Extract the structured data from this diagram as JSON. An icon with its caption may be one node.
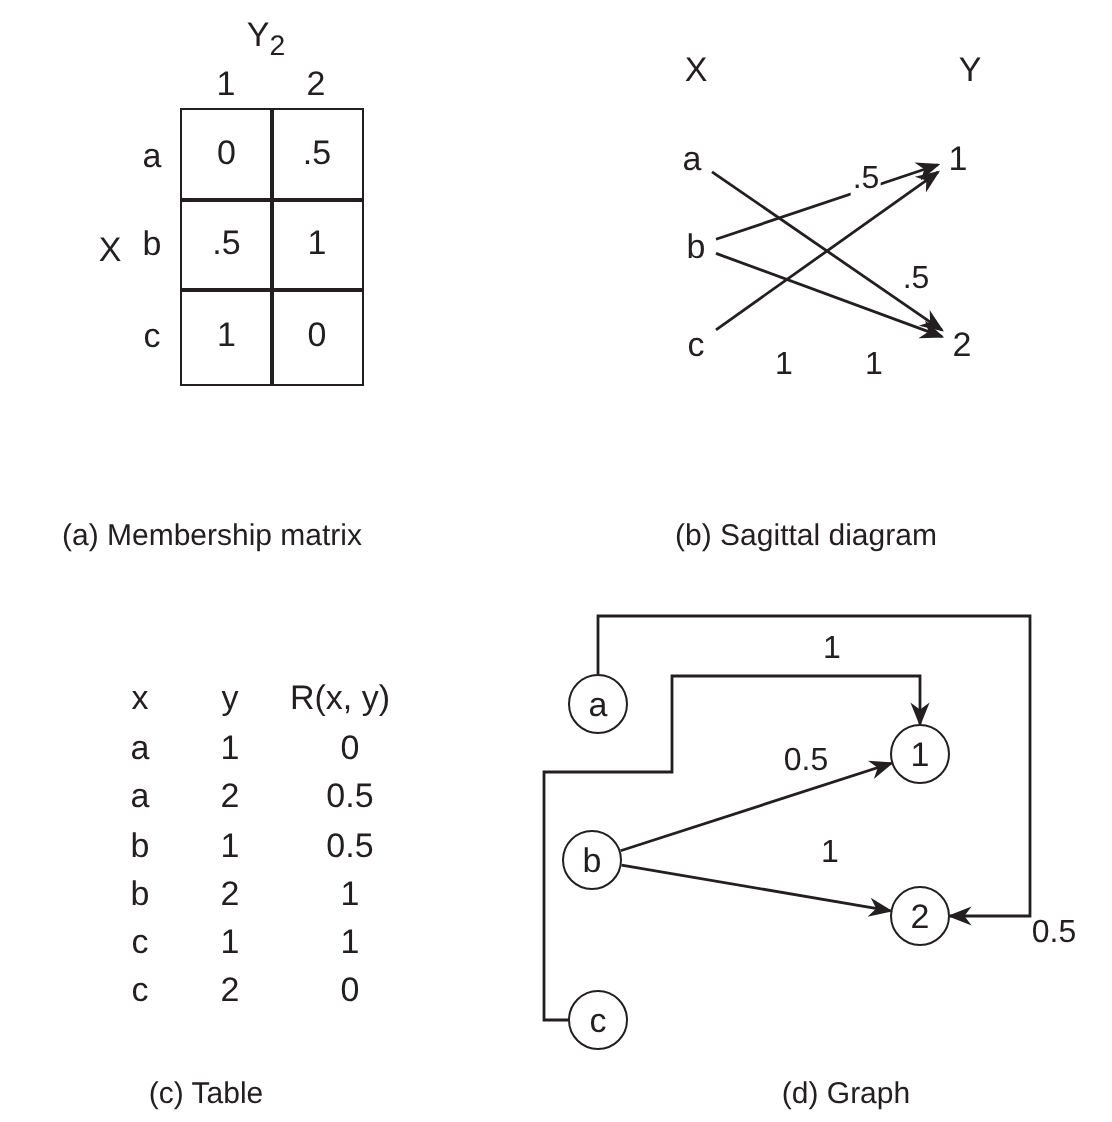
{
  "diagram": {
    "nodes": [
      {
        "text": [
          "a"
        ]
      },
      {
        "text": [
          "b"
        ]
      },
      {
        "text": [
          "c"
        ]
      },
      {
        "text": [
          "1"
        ]
      },
      {
        "text": [
          "2"
        ]
      },
      {
        "text": [
          "a"
        ]
      },
      {
        "text": [
          "1"
        ]
      },
      {
        "text": [
          "b"
        ]
      },
      {
        "text": [
          "2"
        ]
      },
      {
        "text": [
          "c"
        ]
      }
    ],
    "edges": [
      {
        "from": 0,
        "to": 4,
        "arrow": "to",
        "label": ".5"
      },
      {
        "from": 1,
        "to": 3,
        "arrow": "to",
        "label": ".5"
      },
      {
        "from": 1,
        "to": 4,
        "arrow": "to",
        "label": "1"
      },
      {
        "from": 2,
        "to": 3,
        "arrow": "to",
        "label": "1"
      },
      {
        "from": 5,
        "to": 8,
        "arrow": "to",
        "label": "0.5"
      },
      {
        "from": 9,
        "to": 6,
        "arrow": "to",
        "label": "1"
      },
      {
        "from": 7,
        "to": 6,
        "arrow": "to",
        "label": "0.5"
      },
      {
        "from": 7,
        "to": 8,
        "arrow": "to",
        "label": "1"
      }
    ],
    "labels": [
      "Y$_{2}$",
      "1",
      "2",
      "a",
      "0",
      ".5",
      "X",
      "b",
      ".5",
      "1",
      "c",
      "1",
      "0",
      "X",
      "Y",
      "(a) Membership matrix",
      "(b) Sagittal diagram",
      "x",
      "y",
      "R(x, y)",
      "a",
      "1",
      "0",
      "a",
      "2",
      "0.5",
      "b",
      "1",
      "0.5",
      "b",
      "2",
      "1",
      "c",
      "1",
      "1",
      "c",
      "2",
      "0",
      "(c) Table",
      "(d) Graph"
    ]
  }
}
